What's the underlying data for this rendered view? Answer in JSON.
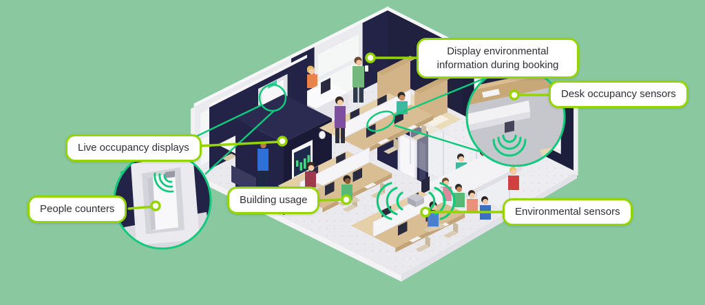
{
  "callouts": {
    "display_environmental": "Display environmental information during booking",
    "desk_occupancy": "Desk occupancy sensors",
    "live_occupancy": "Live occupancy displays",
    "people_counters": "People counters",
    "building_usage": "Building usage",
    "environmental_sensors": "Environmental sensors"
  },
  "colors": {
    "background_green": "#8AC8A0",
    "callout_border_lime": "#94D500",
    "connector_spring_green": "#10C97C",
    "wall_navy": "#232347",
    "floor_grey": "#E9E9EE",
    "desk_wood_tan": "#D9BE93",
    "display_chart_green": "#3FD97F",
    "alarm_sign_red": "#E04545"
  },
  "icons": {
    "wifi_waves": "wifi-waves-icon",
    "zoom_circle": "magnifier-circle",
    "connector_dot": "connector-dot",
    "bar_chart_display": "occupancy-bar-chart"
  }
}
